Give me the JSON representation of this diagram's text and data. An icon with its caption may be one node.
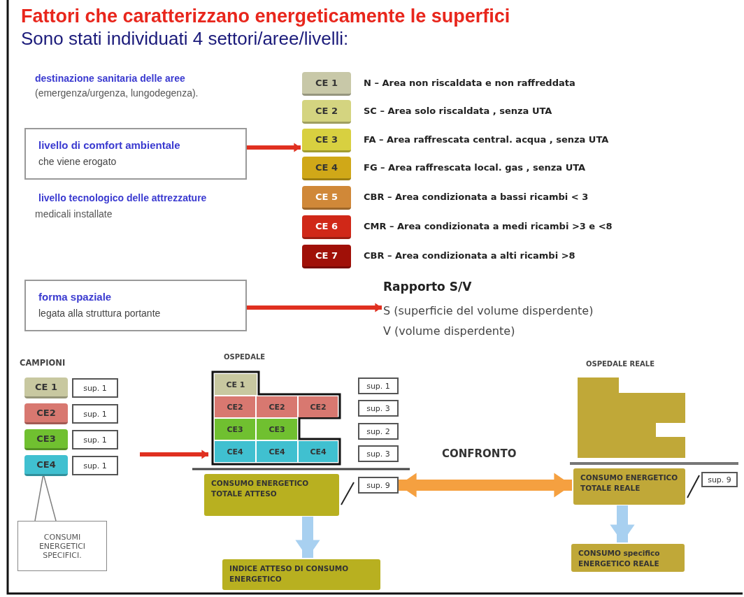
{
  "diagram": {
    "title": "Fattori che caratterizzano energeticamente le superfici",
    "nodes": [
      {
        "text": [
          "livello di comfort ambientale",
          "che viene erogato"
        ]
      },
      {
        "text": [
          "CE 1"
        ],
        "beside": [
          "N – Area non riscaldata e non raffreddata"
        ]
      },
      {
        "text": [
          "CE 2"
        ],
        "beside": [
          "SC – Area solo riscaldata , senza UTA"
        ]
      },
      {
        "text": [
          "CE 3"
        ],
        "beside": [
          "FA – Area raffrescata central. acqua , senza UTA"
        ]
      },
      {
        "text": [
          "CE 4"
        ],
        "beside": [
          "FG – Area raffrescata local. gas , senza UTA"
        ]
      },
      {
        "text": [
          "CE 5"
        ],
        "beside": [
          "CBR – Area condizionata a bassi ricambi < 3"
        ]
      },
      {
        "text": [
          "CE 6"
        ],
        "beside": [
          "CMR – Area condizionata a medi ricambi >3 e <8"
        ]
      },
      {
        "text": [
          "CE 7"
        ],
        "beside": [
          "CBR – Area condizionata a alti ricambi >8"
        ]
      },
      {
        "text": [
          "forma spaziale",
          "legata alla struttura portante"
        ]
      },
      {
        "text": [
          "Rapporto S/V",
          "S (superficie del volume disperdente)",
          "V (volume disperdente)"
        ]
      },
      {
        "text": [
          "CE 1"
        ]
      },
      {
        "text": [
          "sup. 1"
        ]
      },
      {
        "text": [
          "CE2"
        ]
      },
      {
        "text": [
          "sup. 1"
        ]
      },
      {
        "text": [
          "CE3"
        ]
      },
      {
        "text": [
          "sup. 1"
        ]
      },
      {
        "text": [
          "CE4"
        ]
      },
      {
        "text": [
          "sup. 1"
        ]
      },
      {
        "text": [
          "CONSUMI ENERGETICI SPECIFICI."
        ]
      },
      {
        "text": [
          "OSPEDALE"
        ]
      },
      {
        "text": [
          "CE 1"
        ],
        "in": 19
      },
      {
        "text": [
          "CE2"
        ],
        "in": 19
      },
      {
        "text": [
          "CE2"
        ],
        "in": 19
      },
      {
        "text": [
          "CE2"
        ],
        "in": 19
      },
      {
        "text": [
          "CE3"
        ],
        "in": 19
      },
      {
        "text": [
          "CE3"
        ],
        "in": 19
      },
      {
        "text": [
          "CE4"
        ],
        "in": 19
      },
      {
        "text": [
          "CE4"
        ],
        "in": 19
      },
      {
        "text": [
          "CE4"
        ],
        "in": 19
      },
      {
        "text": [
          "sup. 1"
        ]
      },
      {
        "text": [
          "sup. 3"
        ]
      },
      {
        "text": [
          "sup. 2"
        ]
      },
      {
        "text": [
          "sup. 3"
        ]
      },
      {
        "text": [
          "CONSUMO ENERGETICO TOTALE ATTESO"
        ]
      },
      {
        "text": [
          "sup. 9"
        ]
      },
      {
        "text": [
          "INDICE ATTESO DI CONSUMO ENERGETICO"
        ]
      },
      {
        "text": [
          "OSPEDALE REALE"
        ]
      },
      {
        "text": [
          "CONSUMO ENERGETICO TOTALE REALE"
        ]
      },
      {
        "text": [
          "sup. 9"
        ]
      },
      {
        "text": [
          "CONSUMO specifico ENERGETICO REALE"
        ]
      }
    ],
    "edges": [
      {
        "from": 0,
        "to": 3,
        "arrow": "to"
      },
      {
        "from": 8,
        "to": 9,
        "arrow": "to"
      },
      {
        "from": 18,
        "to": 16,
        "arrow": "none",
        "color": "#808080"
      },
      {
        "from": null,
        "to": 19,
        "arrow": "to"
      },
      {
        "from": 33,
        "to": 35,
        "arrow": "to",
        "style": "thick",
        "color": "#a8d0f0"
      },
      {
        "from": 34,
        "to": 37,
        "arrow": "both",
        "style": "thick",
        "color": "#f5a040",
        "label": "CONFRONTO"
      },
      {
        "from": 37,
        "to": 39,
        "arrow": "to",
        "style": "thick",
        "color": "#a8d0f0"
      }
    ],
    "labels": [
      "Sono stati individuati 4 settori/aree/livelli:",
      "destinazione sanitaria delle aree",
      "(emergenza/urgenza, lungodegenza).",
      "livello tecnologico delle attrezzature",
      "medicali installate",
      "CAMPIONI"
    ]
  }
}
